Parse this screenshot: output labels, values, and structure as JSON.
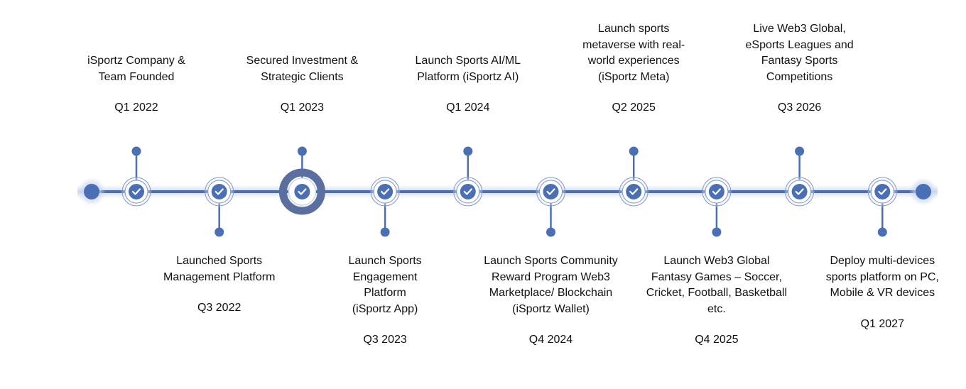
{
  "colors": {
    "line": "#4a6fb5",
    "node": "#4a6fb5",
    "glow": "#c9d6ef",
    "active_ring": "#5a6f9f",
    "text": "#111111"
  },
  "icons": {
    "milestone": "check-icon"
  },
  "milestones": [
    {
      "label": "iSportz Company &\nTeam Founded",
      "date": "Q1 2022",
      "side": "top"
    },
    {
      "label": "Launched Sports\nManagement Platform",
      "date": "Q3 2022",
      "side": "bottom"
    },
    {
      "label": "Secured  Investment &\nStrategic Clients",
      "date": "Q1 2023",
      "side": "top",
      "active": true
    },
    {
      "label": "Launch Sports\nEngagement\nPlatform\n(iSportz App)",
      "date": "Q3 2023",
      "side": "bottom"
    },
    {
      "label": "Launch Sports AI/ML\nPlatform (iSportz AI)",
      "date": "Q1 2024",
      "side": "top"
    },
    {
      "label": "Launch Sports Community\nReward Program Web3\nMarketplace/ Blockchain\n(iSportz Wallet)",
      "date": "Q4 2024",
      "side": "bottom"
    },
    {
      "label": "Launch sports\nmetaverse with real-\nworld experiences\n(iSportz Meta)",
      "date": "Q2 2025",
      "side": "top"
    },
    {
      "label": "Launch Web3 Global\nFantasy Games – Soccer,\nCricket, Football, Basketball\netc.",
      "date": "Q4 2025",
      "side": "bottom"
    },
    {
      "label": "Live Web3 Global,\neSports Leagues and\nFantasy Sports\nCompetitions",
      "date": "Q3 2026",
      "side": "top"
    },
    {
      "label": "Deploy multi-devices\nsports platform on PC,\nMobile & VR devices",
      "date": "Q1 2027",
      "side": "bottom"
    }
  ]
}
